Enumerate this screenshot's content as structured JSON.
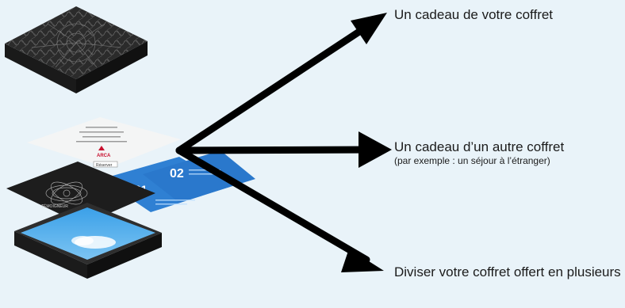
{
  "options": [
    {
      "title": "Un cadeau de votre coffret"
    },
    {
      "title": "Un cadeau d’un autre coffret",
      "subtitle": "(par exemple : un séjour à l’étranger)"
    },
    {
      "title": "Diviser votre coffret offert en plusieurs"
    }
  ],
  "illustration": {
    "brand_text": "ARCA",
    "card_button": "Réserver",
    "blue_card_numbers": [
      "01",
      "02"
    ],
    "black_card_text": "TÉMOIGNEUR"
  },
  "colors": {
    "background": "#e9f3f9",
    "arrow": "#000000",
    "blue_card": "#2f80d3",
    "black_card": "#1d1d1d",
    "box_lid": "#2c2c2c",
    "brand_red": "#c8102e"
  }
}
